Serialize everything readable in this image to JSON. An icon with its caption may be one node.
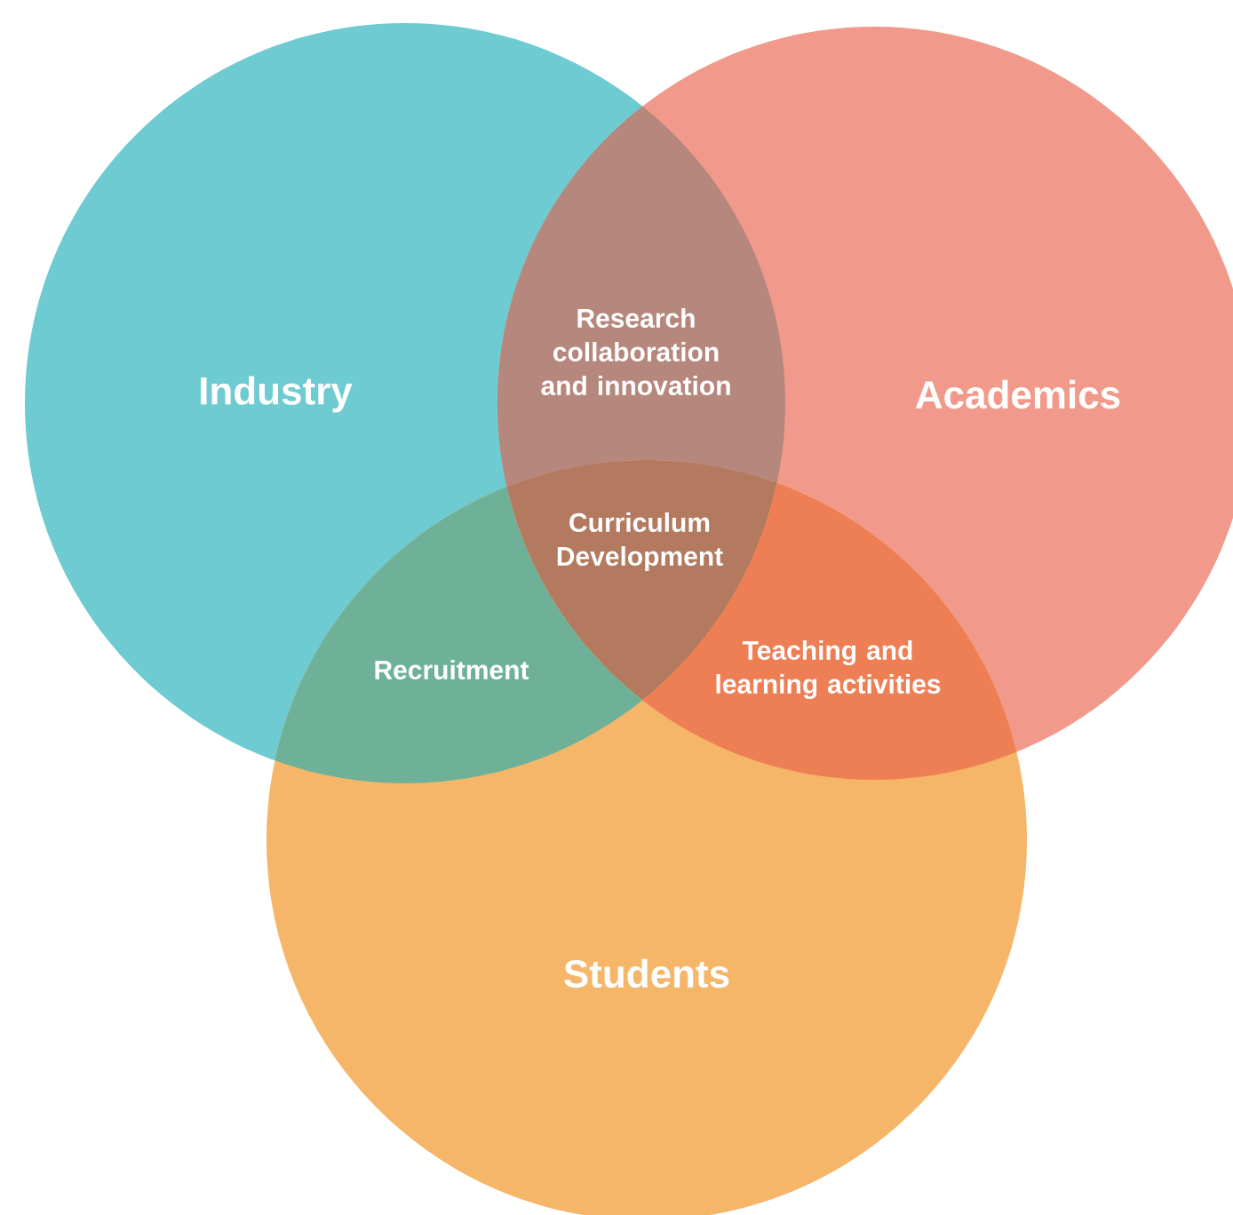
{
  "diagram": {
    "nodes": [
      {
        "text": [
          "Industry"
        ]
      },
      {
        "text": [
          "Research collaboration and innovation"
        ]
      },
      {
        "text": [
          "Academics"
        ]
      },
      {
        "text": [
          "Curriculum Development"
        ]
      },
      {
        "text": [
          "Recruitment"
        ]
      },
      {
        "text": [
          "Teaching and learning activities"
        ]
      },
      {
        "text": [
          "Students"
        ]
      }
    ]
  }
}
